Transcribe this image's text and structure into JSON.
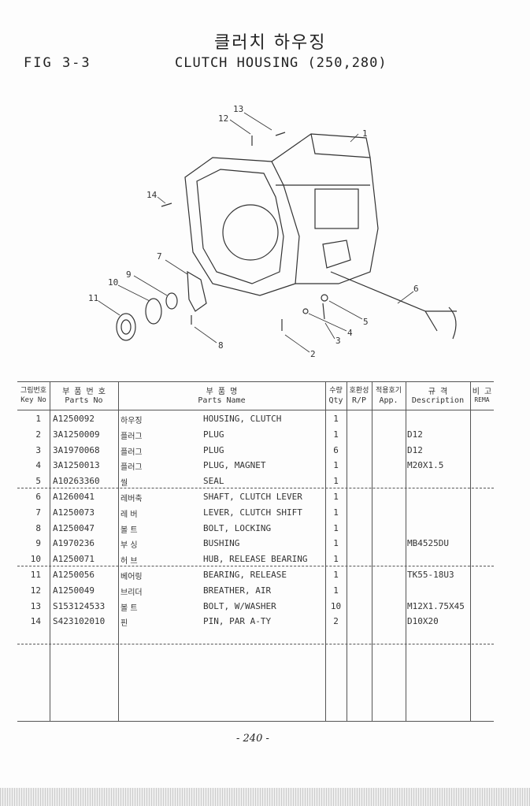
{
  "header": {
    "korean_title": "클러치 하우징",
    "figure": "FIG 3-3",
    "title": "CLUTCH HOUSING (250,280)"
  },
  "diagram": {
    "callouts": [
      "1",
      "2",
      "3",
      "4",
      "5",
      "6",
      "7",
      "8",
      "9",
      "10",
      "11",
      "12",
      "13",
      "14"
    ]
  },
  "table": {
    "headers": {
      "key_kr": "그림번호",
      "key": "Key No",
      "partno_kr": "부 품 번 호",
      "partno": "Parts No",
      "name_kr": "부 품 명",
      "name": "Parts Name",
      "qty_kr": "수량",
      "qty": "Qty",
      "rp_kr": "호환성",
      "rp": "R/P",
      "app_kr": "적용호기",
      "app": "App.",
      "desc_kr": "규 격",
      "desc": "Description",
      "rema_kr": "비 고",
      "rema": "REMA"
    },
    "rows": [
      {
        "key": "1",
        "part_no": "A1250092",
        "name_kr": "하우징",
        "name": "HOUSING, CLUTCH",
        "qty": "1",
        "desc": ""
      },
      {
        "key": "2",
        "part_no": "3A1250009",
        "name_kr": "플러그",
        "name": "PLUG",
        "qty": "1",
        "desc": "D12"
      },
      {
        "key": "3",
        "part_no": "3A1970068",
        "name_kr": "플러그",
        "name": "PLUG",
        "qty": "6",
        "desc": "D12"
      },
      {
        "key": "4",
        "part_no": "3A1250013",
        "name_kr": "플러그",
        "name": "PLUG, MAGNET",
        "qty": "1",
        "desc": "M20X1.5"
      },
      {
        "key": "5",
        "part_no": "A10263360",
        "name_kr": "씰",
        "name": "SEAL",
        "qty": "1",
        "desc": ""
      },
      {
        "key": "6",
        "part_no": "A1260041",
        "name_kr": "레버축",
        "name": "SHAFT, CLUTCH LEVER",
        "qty": "1",
        "desc": ""
      },
      {
        "key": "7",
        "part_no": "A1250073",
        "name_kr": "레 버",
        "name": "LEVER, CLUTCH SHIFT",
        "qty": "1",
        "desc": ""
      },
      {
        "key": "8",
        "part_no": "A1250047",
        "name_kr": "볼 트",
        "name": "BOLT, LOCKING",
        "qty": "1",
        "desc": ""
      },
      {
        "key": "9",
        "part_no": "A1970236",
        "name_kr": "부 싱",
        "name": "BUSHING",
        "qty": "1",
        "desc": "MB4525DU"
      },
      {
        "key": "10",
        "part_no": "A1250071",
        "name_kr": "허 브",
        "name": "HUB, RELEASE BEARING",
        "qty": "1",
        "desc": ""
      },
      {
        "key": "11",
        "part_no": "A1250056",
        "name_kr": "베어링",
        "name": "BEARING, RELEASE",
        "qty": "1",
        "desc": "TK55-18U3"
      },
      {
        "key": "12",
        "part_no": "A1250049",
        "name_kr": "브리더",
        "name": "BREATHER, AIR",
        "qty": "1",
        "desc": ""
      },
      {
        "key": "13",
        "part_no": "S153124533",
        "name_kr": "볼 트",
        "name": "BOLT, W/WASHER",
        "qty": "10",
        "desc": "M12X1.75X45"
      },
      {
        "key": "14",
        "part_no": "S423102010",
        "name_kr": "핀",
        "name": "PIN, PAR A-TY",
        "qty": "2",
        "desc": "D10X20"
      }
    ]
  },
  "footer": {
    "page": "- 240 -"
  }
}
